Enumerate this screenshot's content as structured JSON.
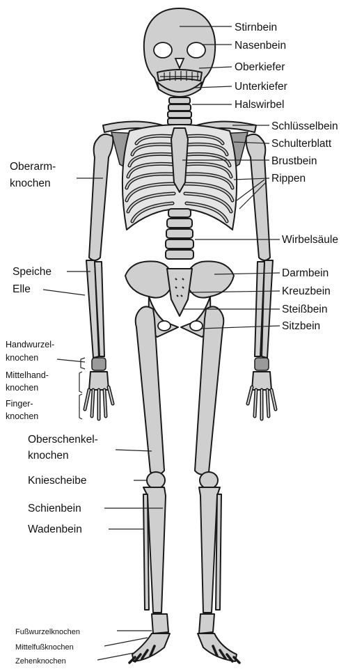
{
  "labels": {
    "stirnbein": "Stirnbein",
    "nasenbein": "Nasenbein",
    "oberkiefer": "Oberkiefer",
    "unterkiefer": "Unterkiefer",
    "halswirbel": "Halswirbel",
    "schluesselbein": "Schlüsselbein",
    "schulterblatt": "Schulterblatt",
    "brustbein": "Brustbein",
    "rippen": "Rippen",
    "oberarm_1": "Oberarm-",
    "oberarm_2": "knochen",
    "wirbelsaeule": "Wirbelsäule",
    "speiche": "Speiche",
    "elle": "Elle",
    "darmbein": "Darmbein",
    "kreuzbein": "Kreuzbein",
    "steissbein": "Steißbein",
    "sitzbein": "Sitzbein",
    "handwurzel_1": "Handwurzel-",
    "handwurzel_2": "knochen",
    "mittelhand_1": "Mittelhand-",
    "mittelhand_2": "knochen",
    "finger_1": "Finger-",
    "finger_2": "knochen",
    "oberschenkel_1": "Oberschenkel-",
    "oberschenkel_2": "knochen",
    "kniescheibe": "Kniescheibe",
    "schienbein": "Schienbein",
    "wadenbein": "Wadenbein",
    "fusswurzel": "Fußwurzelknochen",
    "mittelfuss": "Mittelfußknochen",
    "zehen": "Zehenknochen"
  }
}
